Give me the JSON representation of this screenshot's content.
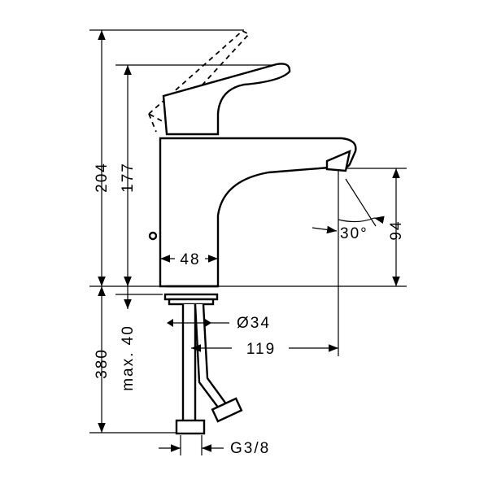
{
  "dimensions": {
    "total_height_lever_up": "204",
    "height_to_lever": "177",
    "spout_height": "94",
    "spout_angle": "30°",
    "body_width": "48",
    "shank_diameter": "Ø34",
    "spout_reach": "119",
    "hose_length": "380",
    "max_counter_thickness": "max. 40",
    "connection_thread": "G3/8"
  }
}
